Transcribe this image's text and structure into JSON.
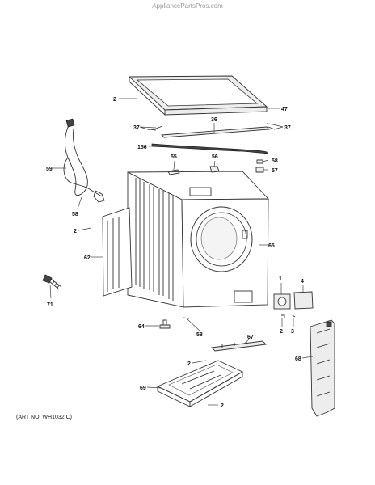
{
  "watermark": "AppliancePartsPros.com",
  "art_number": "(ART NO. WH1032 C)",
  "callouts": {
    "top_cover_2": "2",
    "top_cover_47": "47",
    "strip_37_left": "37",
    "strip_36": "36",
    "strip_37_right": "37",
    "wire_156": "156",
    "cord_59": "59",
    "part_55": "55",
    "part_56": "56",
    "part_58_top": "58",
    "part_57": "57",
    "cord_58": "58",
    "side_2": "2",
    "side_62": "62",
    "front_65": "65",
    "screw_71": "71",
    "module_1": "1",
    "module_4": "4",
    "module_2": "2",
    "module_3": "3",
    "foot_64": "64",
    "screw_58": "58",
    "bracket_67": "67",
    "bracket_2": "2",
    "right_68": "68",
    "base_69": "69",
    "base_2": "2"
  }
}
